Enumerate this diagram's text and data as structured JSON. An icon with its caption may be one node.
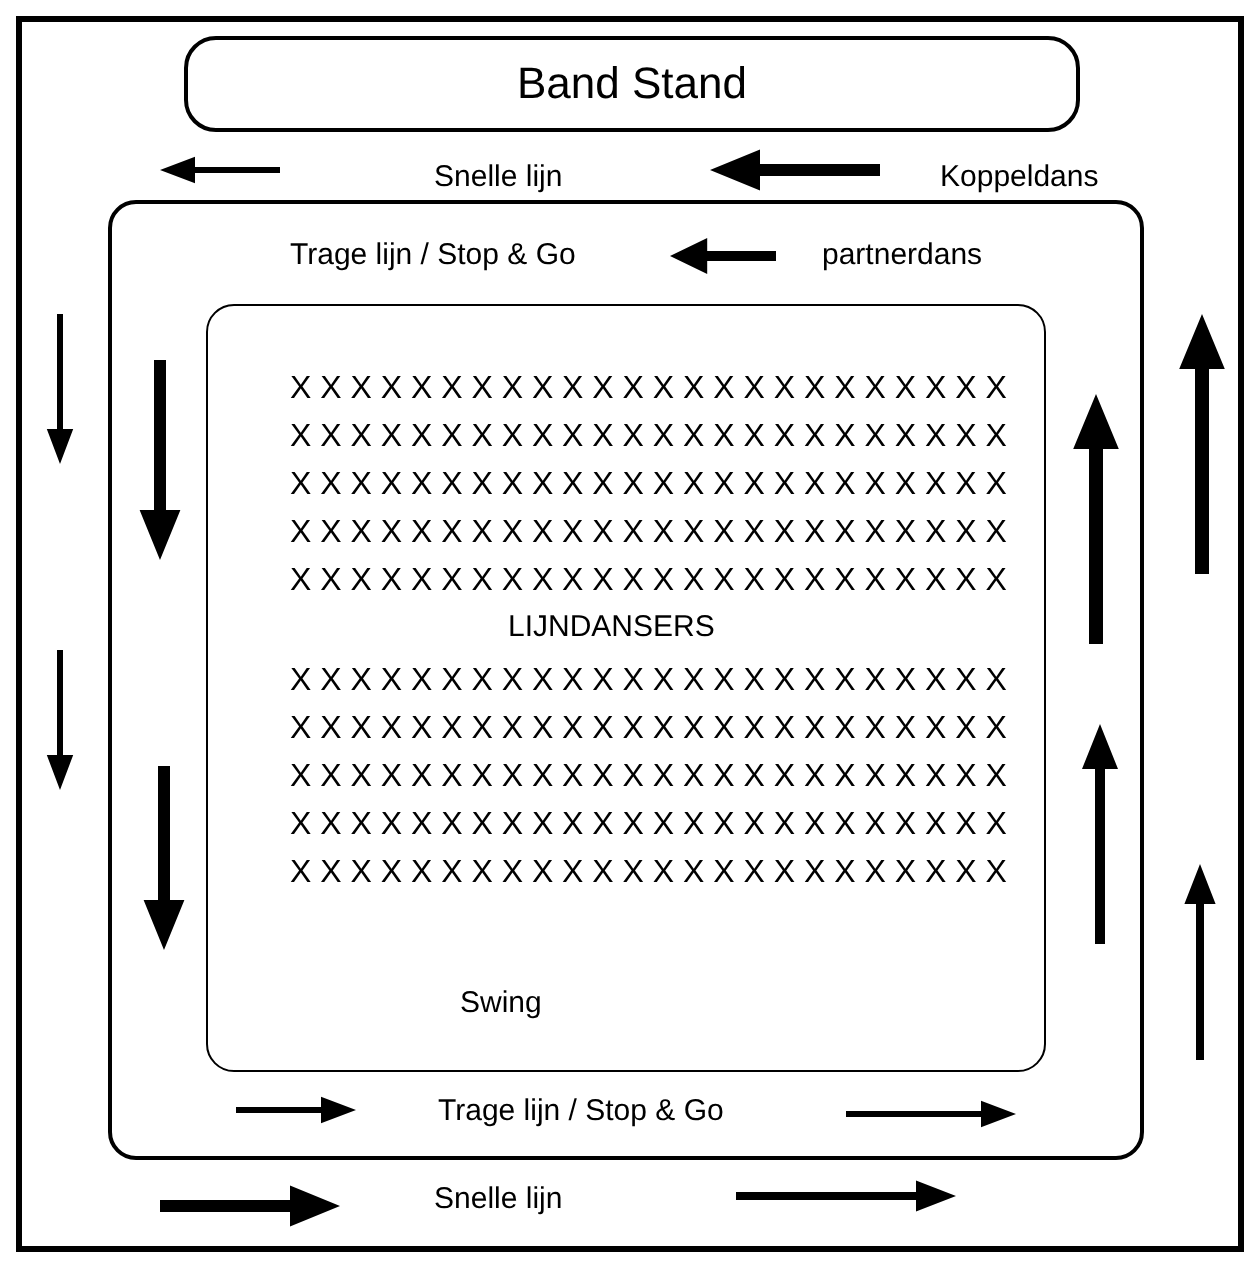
{
  "diagram": {
    "nodes": [
      {
        "text": [],
        "shape": "box"
      },
      {
        "text": [
          "Band Stand"
        ],
        "in": 0
      },
      {
        "text": [],
        "shape": "box",
        "in": 0
      },
      {
        "text": [
          "LIJNDANSERS",
          "Swing"
        ],
        "in": 2
      }
    ],
    "labels": [
      "Snelle lijn",
      "Koppeldans",
      "Trage lijn / Stop & Go",
      "partnerdans",
      "X X X X X X X X X X X X X X X X X X X X X X X X",
      "X X X X X X X X X X X X X X X X X X X X X X X X",
      "X X X X X X X X X X X X X X X X X X X X X X X X",
      "X X X X X X X X X X X X X X X X X X X X X X X X",
      "X X X X X X X X X X X X X X X X X X X X X X X X",
      "X X X X X X X X X X X X X X X X X X X X X X X X",
      "X X X X X X X X X X X X X X X X X X X X X X X X",
      "X X X X X X X X X X X X X X X X X X X X X X X X",
      "X X X X X X X X X X X X X X X X X X X X X X X X",
      "X X X X X X X X X X X X X X X X X X X X X X X X",
      "Trage lijn / Stop & Go",
      "Snelle lijn"
    ]
  }
}
